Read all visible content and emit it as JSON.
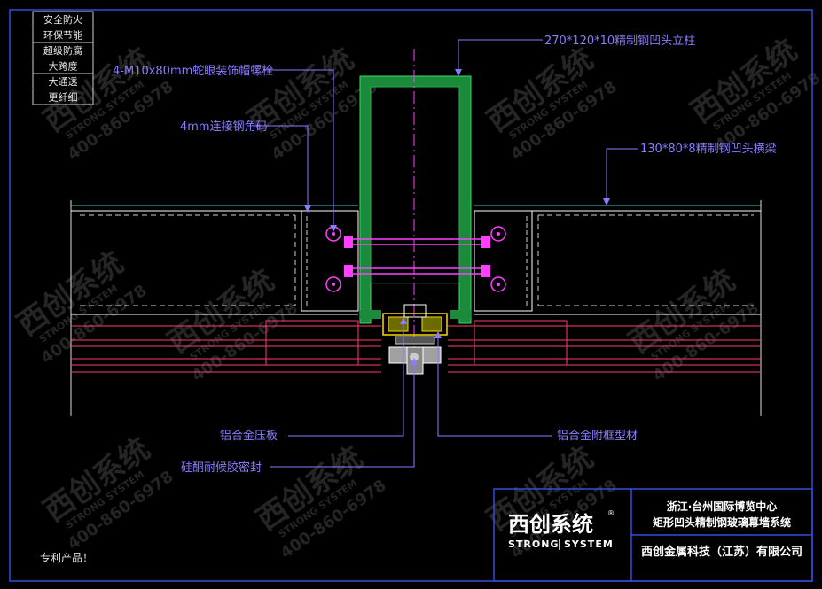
{
  "features": [
    "安全防火",
    "环保节能",
    "超级防腐",
    "大跨度",
    "大通透",
    "更纤细"
  ],
  "labels": {
    "column": "270*120*10精制钢凹头立柱",
    "bolt": "4-M10x80mm蛇眼装饰帽螺栓",
    "angle": "4mm连接钢角码",
    "beam": "130*80*8精制钢凹头横梁",
    "cover_plate": "铝合金压板",
    "sub_frame": "铝合金附框型材",
    "sealant": "硅酮耐候胶密封"
  },
  "watermark": {
    "brand": "西创系统",
    "sub": "STRONG SYSTEM",
    "phone": "400-860-6978"
  },
  "title_block": {
    "logo_cn": "西创系统",
    "logo_en_left": "STRONG",
    "logo_en_right": "SYSTEM",
    "project_line1": "浙江·台州国际博览中心",
    "project_line2": "矩形凹头精制钢玻璃幕墙系统",
    "company": "西创金属科技（江苏）有限公司"
  },
  "patent_note": "专利产品！",
  "colors": {
    "background": "#000000",
    "frame": "#2f4fd8",
    "leader": "#8a7cff",
    "column": "#1b8a3a",
    "glass": "#ff3b6b",
    "bolt": "#ff40ff",
    "dashed": "#d0d0d0",
    "beam_top": "#33cccc",
    "gasket": "#ffd700"
  }
}
